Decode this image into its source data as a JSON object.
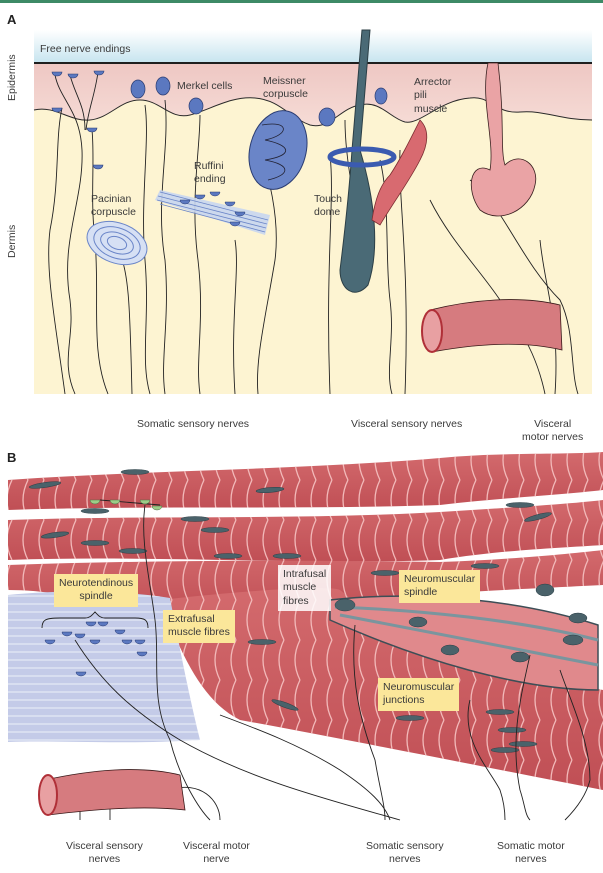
{
  "panels": {
    "a": {
      "letter": "A",
      "layers": {
        "epidermis": "Epidermis",
        "dermis": "Dermis"
      },
      "labels": {
        "free_nerve_endings": "Free nerve endings",
        "merkel_cells": "Merkel cells",
        "meissner": [
          "Meissner",
          "corpuscle"
        ],
        "arrector": [
          "Arrector",
          "pili",
          "muscle"
        ],
        "ruffini": [
          "Ruffini",
          "ending"
        ],
        "pacinian": [
          "Pacinian",
          "corpuscle"
        ],
        "touch_dome": [
          "Touch",
          "dome"
        ]
      },
      "nerve_groups": {
        "somatic_sensory": "Somatic sensory nerves",
        "visceral_sensory": "Visceral sensory nerves",
        "visceral_motor": [
          "Visceral",
          "motor nerves"
        ]
      }
    },
    "b": {
      "letter": "B",
      "labels": {
        "neurotendinous": [
          "Neurotendinous",
          "spindle"
        ],
        "extrafusal": [
          "Extrafusal",
          "muscle fibres"
        ],
        "intrafusal": [
          "Intrafusal",
          "muscle",
          "fibres"
        ],
        "neuromuscular_spindle": [
          "Neuromuscular",
          "spindle"
        ],
        "neuromuscular_junctions": [
          "Neuromuscular",
          "junctions"
        ]
      },
      "nerve_groups": {
        "visceral_sensory": [
          "Visceral sensory",
          "nerves"
        ],
        "visceral_motor": [
          "Visceral motor",
          "nerve"
        ],
        "somatic_sensory": [
          "Somatic sensory",
          "nerves"
        ],
        "somatic_motor": [
          "Somatic motor",
          "nerves"
        ]
      }
    }
  },
  "colors": {
    "accent_line": "#3d8a66",
    "epidermis": "#f0cfcc",
    "dermis": "#fdf4d2",
    "sky": "#c8e6f0",
    "receptor_blue": "#5b78c0",
    "muscle_red": "#c9565b",
    "nucleus": "#4a626a",
    "label_box": "#fbe79a",
    "terminal_green": "#9ccc88",
    "tendon": "#c4cbe8"
  }
}
